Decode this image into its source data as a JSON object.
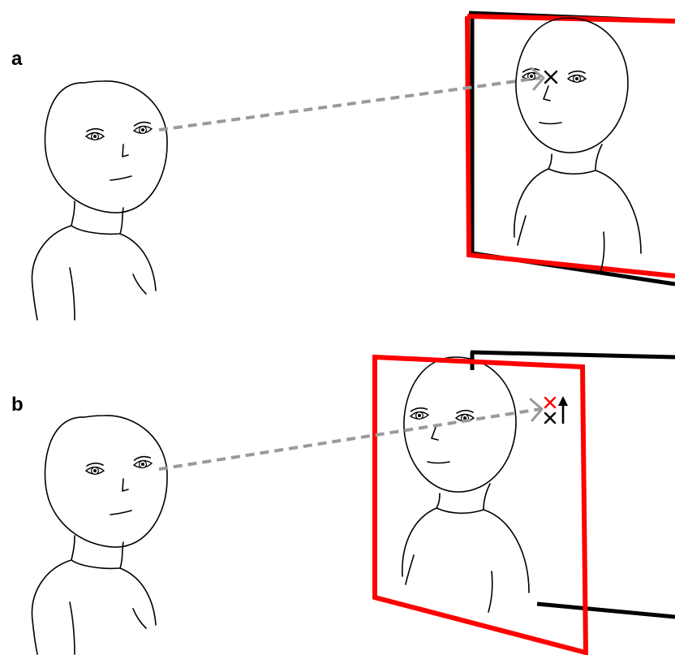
{
  "panels": [
    {
      "label": "a"
    },
    {
      "label": "b"
    }
  ],
  "colors": {
    "mirror_frame": "#ff0000",
    "mirror_back": "#000000",
    "gaze_line": "#9a9a9a",
    "target_true": "#000000",
    "target_shifted": "#ff0000"
  },
  "icons": [
    "person-head",
    "eye",
    "gaze-arrow",
    "cross-mark",
    "up-arrow-icon"
  ]
}
